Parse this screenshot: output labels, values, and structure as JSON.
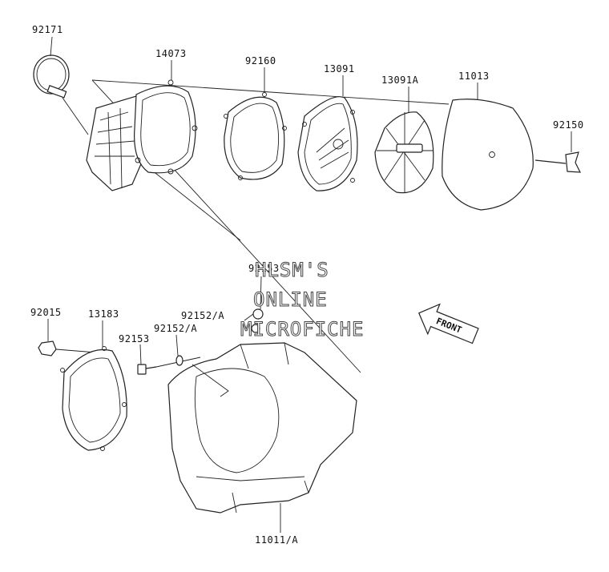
{
  "parts": {
    "p92171": "92171",
    "p14073": "14073",
    "p92160": "92160",
    "p13091": "13091",
    "p13091a": "13091A",
    "p11013": "11013",
    "p92150": "92150",
    "p92153_top": "92153",
    "p92015": "92015",
    "p13183": "13183",
    "p92152a_1": "92152/A",
    "p92152a_2": "92152/A",
    "p92153": "92153",
    "p11011a": "11011/A"
  },
  "watermark": {
    "line1": "HLSM'S",
    "line2": "ONLINE",
    "line3": "MICROFICHE"
  },
  "direction_arrow": "FRONT"
}
